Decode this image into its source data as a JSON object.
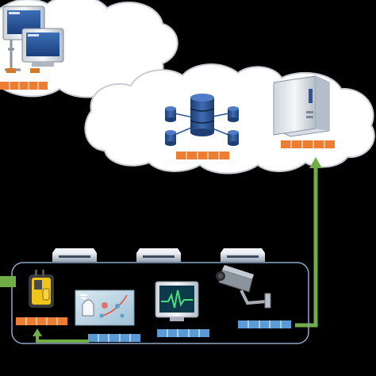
{
  "colors": {
    "background": "#000000",
    "cloud_fill": "#ffffff",
    "cloud_stroke": "#c8ccd4",
    "packet_orange": "#ed7d31",
    "packet_blue": "#5b9bd5",
    "arrow_green": "#70ad47",
    "network_outline": "#8ea9c8"
  },
  "icons": {
    "client_workstations": "desktop-computers-icon",
    "database_cluster": "distributed-database-icon",
    "server": "tower-server-icon",
    "network_switches": "network-switch-icon",
    "mobile_device": "pager-device-icon",
    "health_panel": "wearable-health-panel-icon",
    "monitor": "heart-rate-monitor-icon",
    "camera": "security-camera-icon"
  },
  "packets": {
    "workstations": {
      "color": "orange",
      "cells": 5
    },
    "database": {
      "color": "orange",
      "cells": 5
    },
    "server": {
      "color": "orange",
      "cells": 5
    },
    "mobile": {
      "color": "orange",
      "cells": 5
    },
    "health_panel": {
      "color": "blue",
      "cells": 5
    },
    "monitor": {
      "color": "blue",
      "cells": 5
    },
    "camera": {
      "color": "blue",
      "cells": 5
    }
  }
}
